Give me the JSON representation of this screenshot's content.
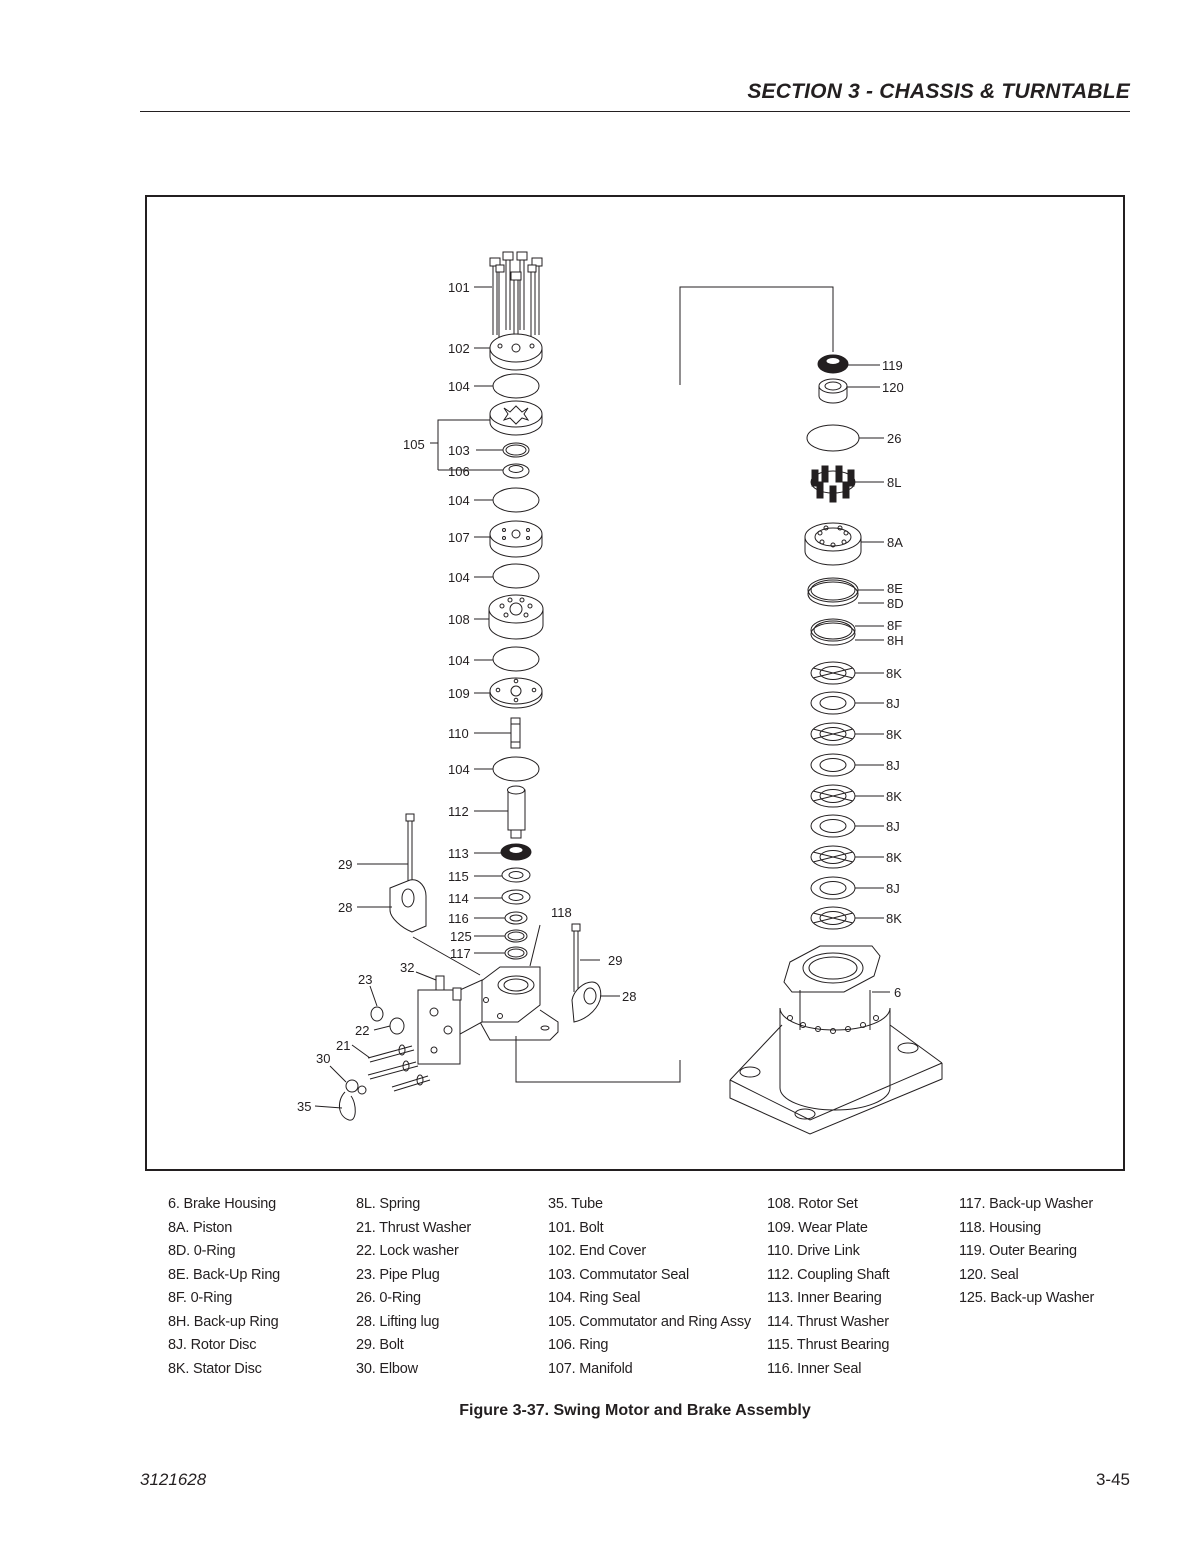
{
  "header": {
    "section_title": "SECTION 3 - CHASSIS & TURNTABLE"
  },
  "figure": {
    "caption": "Figure 3-37.  Swing Motor and Brake Assembly",
    "callouts": {
      "c101": "101",
      "c102": "102",
      "c104a": "104",
      "c105": "105",
      "c103": "103",
      "c106": "106",
      "c104b": "104",
      "c107": "107",
      "c104c": "104",
      "c108": "108",
      "c104d": "104",
      "c109": "109",
      "c110": "110",
      "c104e": "104",
      "c112": "112",
      "c113": "113",
      "c115": "115",
      "c114": "114",
      "c116": "116",
      "c125": "125",
      "c117": "117",
      "c118": "118",
      "c29a": "29",
      "c28a": "28",
      "c29b": "29",
      "c28b": "28",
      "c23": "23",
      "c32": "32",
      "c22": "22",
      "c21": "21",
      "c30": "30",
      "c35": "35",
      "c119": "119",
      "c120": "120",
      "c26": "26",
      "c8L": "8L",
      "c8A": "8A",
      "c8E": "8E",
      "c8D": "8D",
      "c8F": "8F",
      "c8H": "8H",
      "c8K1": "8K",
      "c8J1": "8J",
      "c8K2": "8K",
      "c8J2": "8J",
      "c8K3": "8K",
      "c8J3": "8J",
      "c8K4": "8K",
      "c8J4": "8J",
      "c8K5": "8K",
      "c6": "6"
    }
  },
  "legend": [
    [
      "6.     Brake Housing",
      "8A.  Piston",
      "8D.  0-Ring",
      "8E.  Back-Up Ring",
      "8F.   0-Ring",
      "8H.  Back-up Ring",
      "8J.  Rotor Disc",
      "8K.  Stator Disc"
    ],
    [
      "8L.  Spring",
      "21.  Thrust Washer",
      "22.  Lock washer",
      "23.  Pipe Plug",
      "26.  0-Ring",
      "28.  Lifting lug",
      "29.  Bolt",
      "30.  Elbow"
    ],
    [
      "35.    Tube",
      "101.  Bolt",
      "102.  End Cover",
      "103.  Commutator Seal",
      "104.  Ring Seal",
      "105.  Commutator and Ring Assy",
      "106.  Ring",
      "107.  Manifold"
    ],
    [
      "108.  Rotor Set",
      "109.  Wear Plate",
      "110.  Drive Link",
      "112.  Coupling Shaft",
      "113.  Inner Bearing",
      "114.  Thrust Washer",
      "115.  Thrust Bearing",
      "116.  Inner Seal"
    ],
    [
      "117.  Back-up Washer",
      "118.  Housing",
      "119.  Outer Bearing",
      "120.  Seal",
      "125.  Back-up Washer"
    ]
  ],
  "footer": {
    "doc_number": "3121628",
    "page_number": "3-45"
  }
}
